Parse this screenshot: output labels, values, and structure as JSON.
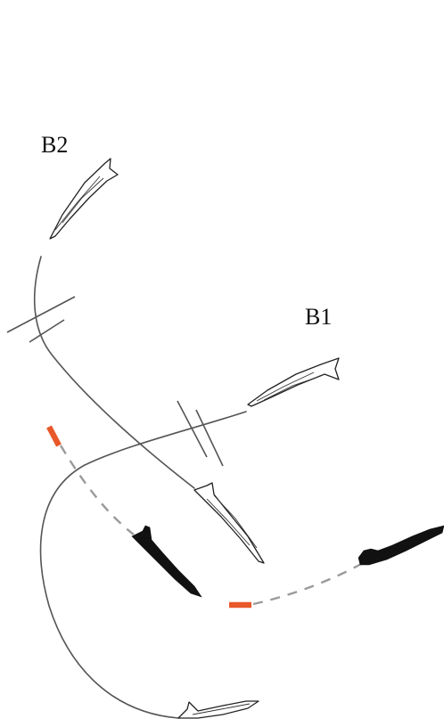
{
  "labels": {
    "b2": "B2",
    "b1": "B1"
  },
  "colors": {
    "background": "#ffffff",
    "track": "#555555",
    "dashed_track": "#9a9a9a",
    "marker": "#e8582a",
    "ship_filled": "#111111",
    "ship_outline": "#222222"
  },
  "elements": {
    "ship_icons": [
      "outlined-ship-icon",
      "filled-ship-icon"
    ],
    "marker_name": "orange-marker"
  }
}
